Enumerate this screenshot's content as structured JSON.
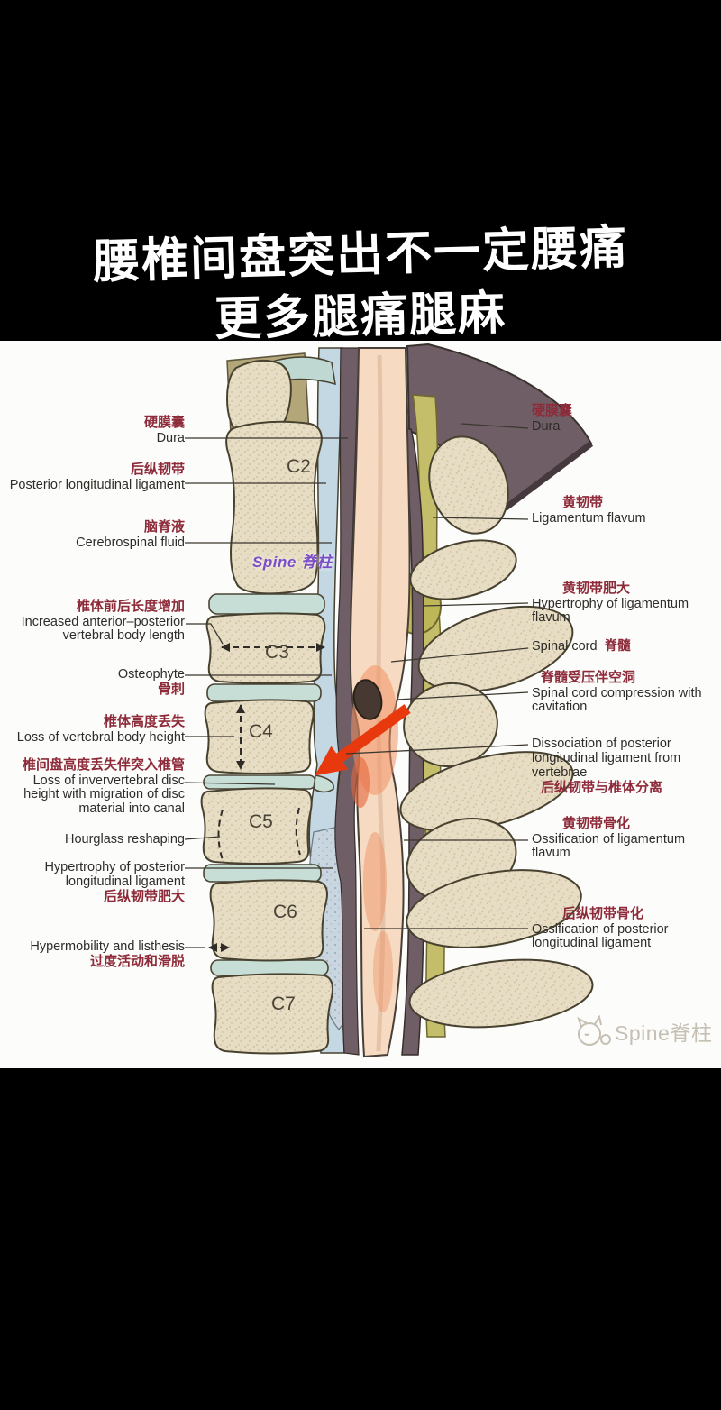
{
  "title": {
    "line1": "腰椎间盘突出不一定腰痛",
    "line2": "更多腿痛腿麻"
  },
  "watermarks": {
    "center": "Spine 脊柱",
    "footer": "Spine脊柱"
  },
  "vertebrae": [
    "C2",
    "C3",
    "C4",
    "C5",
    "C6",
    "C7"
  ],
  "labels_left": [
    {
      "zh": "硬膜囊",
      "en": "Dura"
    },
    {
      "zh": "后纵韧带",
      "en": "Posterior longitudinal ligament"
    },
    {
      "zh": "脑脊液",
      "en": "Cerebrospinal fluid"
    },
    {
      "zh": "椎体前后长度增加",
      "en": "Increased anterior–posterior vertebral body length"
    },
    {
      "zh": "骨刺",
      "en": "Osteophyte"
    },
    {
      "zh": "椎体高度丢失",
      "en": "Loss of vertebral body height"
    },
    {
      "zh": "椎间盘高度丢失伴突入椎管",
      "en": "Loss of inververtebral disc height with migration of disc material into canal"
    },
    {
      "en": "Hourglass reshaping"
    },
    {
      "zh": "后纵韧带肥大",
      "en": "Hypertrophy of posterior longitudinal ligament"
    },
    {
      "zh": "过度活动和滑脱",
      "en": "Hypermobility and listhesis"
    }
  ],
  "labels_right": [
    {
      "zh": "硬膜囊",
      "en": "Dura"
    },
    {
      "zh": "黄韧带",
      "en": "Ligamentum flavum"
    },
    {
      "zh": "黄韧带肥大",
      "en": "Hypertrophy of ligamentum flavum"
    },
    {
      "zh": "脊髓",
      "en": "Spinal cord"
    },
    {
      "zh": "脊髓受压伴空洞",
      "en": "Spinal cord compression with cavitation"
    },
    {
      "zh": "后纵韧带与椎体分离",
      "en": "Dissociation of posterior longitudinal ligament from vertebrae"
    },
    {
      "zh": "黄韧带骨化",
      "en": "Ossification of ligamentum flavum"
    },
    {
      "zh": "后纵韧带骨化",
      "en": "Ossification of posterior longitudinal ligament"
    }
  ],
  "colors": {
    "title_text": "#FFFFFF",
    "label_zh": "#8E2B3A",
    "label_en": "#2E2C29",
    "bone": "#E7DDC4",
    "disc": "#C6DED6",
    "csf": "#C4D8E4",
    "dura": "#6F5E66",
    "spinal_cord": "#F6DAC2",
    "ligamentum_flavum": "#C4BE6A",
    "herniation_arrow": "#E8380D",
    "watermark_purple": "#7C4EC4"
  }
}
